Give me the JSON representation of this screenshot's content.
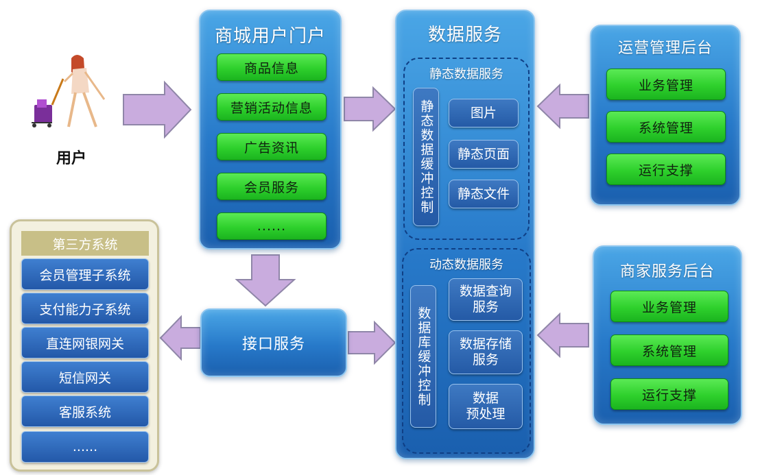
{
  "user": {
    "label": "用户"
  },
  "portal": {
    "title": "商城用户门户",
    "items": [
      "商品信息",
      "营销活动信息",
      "广告资讯",
      "会员服务",
      "......"
    ]
  },
  "data_service": {
    "title": "数据服务",
    "static": {
      "title": "静态数据服务",
      "cache_control": "静态数据缓冲控制",
      "items": [
        "图片",
        "静态页面",
        "静态文件"
      ]
    },
    "dynamic": {
      "title": "动态数据服务",
      "cache_control": "数据库缓冲控制",
      "items": [
        "数据查询\n服务",
        "数据存储\n服务",
        "数据\n预处理"
      ]
    }
  },
  "ops_backend": {
    "title": "运营管理后台",
    "items": [
      "业务管理",
      "系统管理",
      "运行支撑"
    ]
  },
  "merchant_backend": {
    "title": "商家服务后台",
    "items": [
      "业务管理",
      "系统管理",
      "运行支撑"
    ]
  },
  "interface_service": {
    "label": "接口服务"
  },
  "third_party": {
    "title": "第三方系统",
    "items": [
      "会员管理子系统",
      "支付能力子系统",
      "直连网银网关",
      "短信网关",
      "客服系统",
      "......"
    ]
  },
  "colors": {
    "panel_blue": "#2779c9",
    "item_green": "#2ed02c",
    "arrow_fill": "#c6a8dc"
  }
}
